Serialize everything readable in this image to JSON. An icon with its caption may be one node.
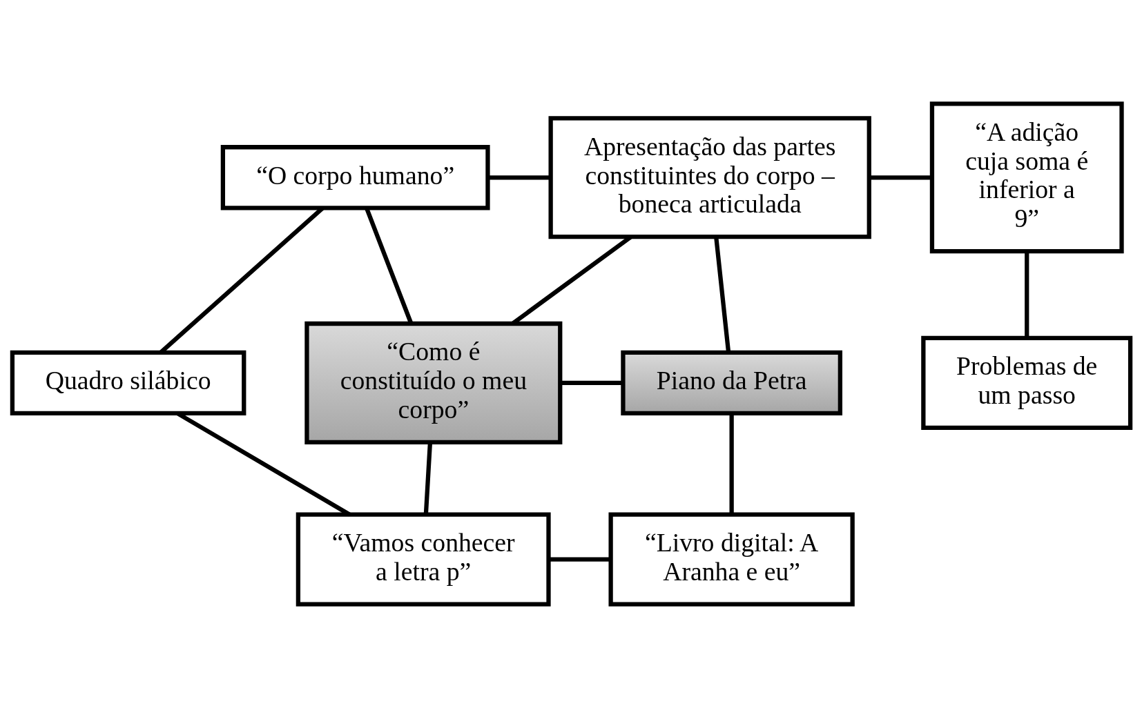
{
  "diagram": {
    "nodes": [
      {
        "text": [
          "“O corpo humano”"
        ]
      },
      {
        "text": [
          "Apresentação das partes constituintes do corpo – boneca articulada"
        ]
      },
      {
        "text": [
          "“A adição cuja soma é inferior a 9”"
        ]
      },
      {
        "text": [
          "Quadro silábico"
        ]
      },
      {
        "text": [
          "“Como é constituído o meu corpo”"
        ]
      },
      {
        "text": [
          "Piano da Petra"
        ]
      },
      {
        "text": [
          "Problemas de um passo"
        ]
      },
      {
        "text": [
          "“Vamos conhecer a letra p”"
        ]
      },
      {
        "text": [
          "“Livro digital: A Aranha e eu”"
        ]
      }
    ],
    "edges": [
      {
        "from": 0,
        "to": 1,
        "arrow": "none"
      },
      {
        "from": 1,
        "to": 2,
        "arrow": "none"
      },
      {
        "from": 0,
        "to": 3,
        "arrow": "none"
      },
      {
        "from": 0,
        "to": 4,
        "arrow": "none"
      },
      {
        "from": 1,
        "to": 4,
        "arrow": "none"
      },
      {
        "from": 1,
        "to": 5,
        "arrow": "none"
      },
      {
        "from": 2,
        "to": 6,
        "arrow": "none"
      },
      {
        "from": 4,
        "to": 5,
        "arrow": "none"
      },
      {
        "from": 3,
        "to": 7,
        "arrow": "none"
      },
      {
        "from": 4,
        "to": 7,
        "arrow": "none"
      },
      {
        "from": 5,
        "to": 8,
        "arrow": "none"
      },
      {
        "from": 7,
        "to": 8,
        "arrow": "none"
      }
    ]
  }
}
